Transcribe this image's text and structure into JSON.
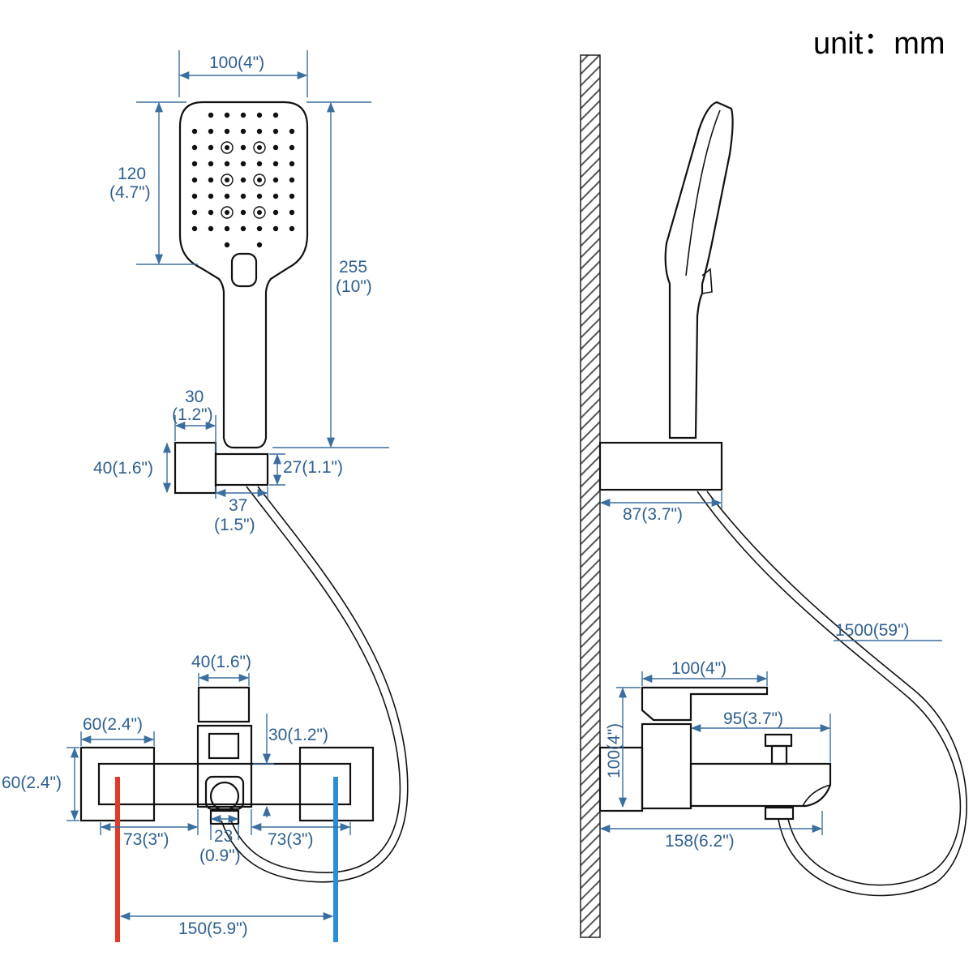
{
  "unit_label": "unit：mm",
  "colors": {
    "hot": "#e23a2a",
    "cold": "#2a8fd6",
    "dimension": "#3b6f9e",
    "line": "#111111"
  },
  "front_view": {
    "head_width": "100(4\")",
    "head_height_mm": "120",
    "head_height_in": "(4.7\")",
    "total_height_mm": "255",
    "total_height_in": "(10\")",
    "holder_width_mm": "30",
    "holder_width_in": "(1.2\")",
    "holder_height": "40(1.6\")",
    "holder_depth": "27(1.1\")",
    "holder_offset_mm": "37",
    "holder_offset_in": "(1.5\")",
    "mixer_top_width": "40(1.6\")",
    "mixer_side_width": "60(2.4\")",
    "mixer_height": "60(2.4\")",
    "mixer_knob_height": "30(1.2\")",
    "mixer_left_span": "73(3\")",
    "mixer_right_span": "73(3\")",
    "outlet_width_mm": "23",
    "outlet_width_in": "(0.9\")",
    "inlet_spacing": "150(5.9\")"
  },
  "side_view": {
    "holder_projection": "87(3.7\")",
    "hose_length": "1500(59\")",
    "lever_length": "100(4\")",
    "diverter_offset": "95(3.7\")",
    "body_height": "100(4\")",
    "spout_projection": "158(6.2\")"
  }
}
